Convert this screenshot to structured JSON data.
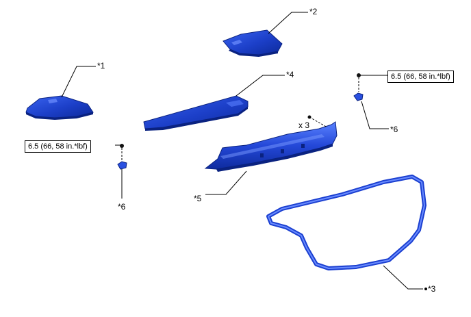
{
  "callouts": {
    "part1": "*1",
    "part2": "*2",
    "part3": "*3",
    "part4": "*4",
    "part5": "*5",
    "part6_right": "*6",
    "part6_left": "*6",
    "qty": "x 3"
  },
  "torque": {
    "right": "6.5 (66, 58 in.*lbf)",
    "left": "6.5 (66, 58 in.*lbf)"
  },
  "colors": {
    "part_dark": "#0b2a8f",
    "part_mid": "#1f47d6",
    "part_light": "#4a74ff",
    "line": "#000000"
  }
}
